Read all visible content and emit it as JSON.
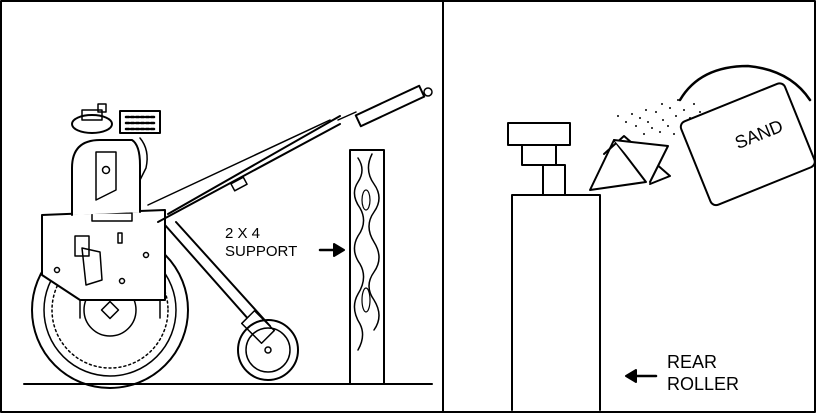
{
  "left_panel": {
    "support_label_line1": "2 X 4",
    "support_label_line2": "SUPPORT"
  },
  "right_panel": {
    "bag_label": "SAND",
    "roller_label_line1": "REAR",
    "roller_label_line2": "ROLLER"
  }
}
